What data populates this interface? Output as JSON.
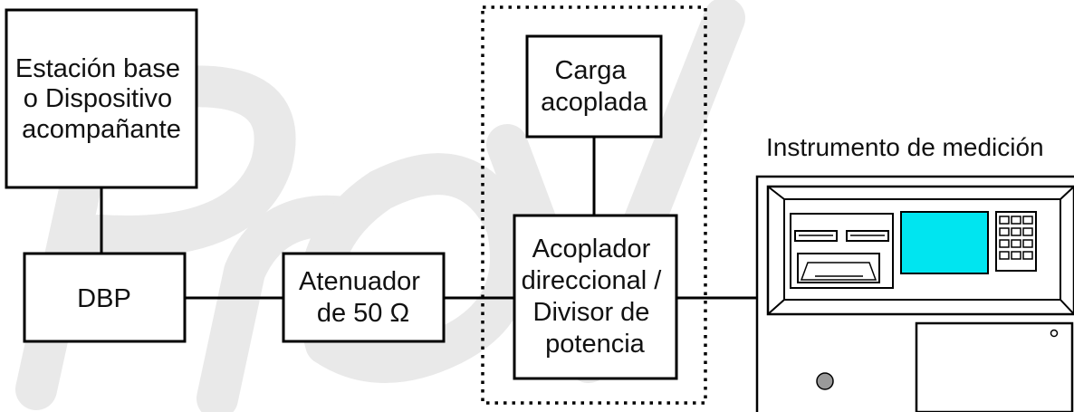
{
  "diagram": {
    "boxes": {
      "base_station": [
        "Estación base",
        "o Dispositivo",
        "acompañante"
      ],
      "dbp": [
        "DBP"
      ],
      "attenuator": [
        "Atenuador",
        "de 50 Ω"
      ],
      "matched_load": [
        "Carga",
        "acoplada"
      ],
      "coupler": [
        "Acoplador",
        "direccional /",
        "Divisor de",
        "potencia"
      ]
    },
    "instrument_label": "Instrumento de medición",
    "watermark_text": "ProVe",
    "colors": {
      "stroke": "#000000",
      "screen": "#00e5f0",
      "knob": "#9a9a9a",
      "watermark": "#e9e9e9"
    }
  }
}
